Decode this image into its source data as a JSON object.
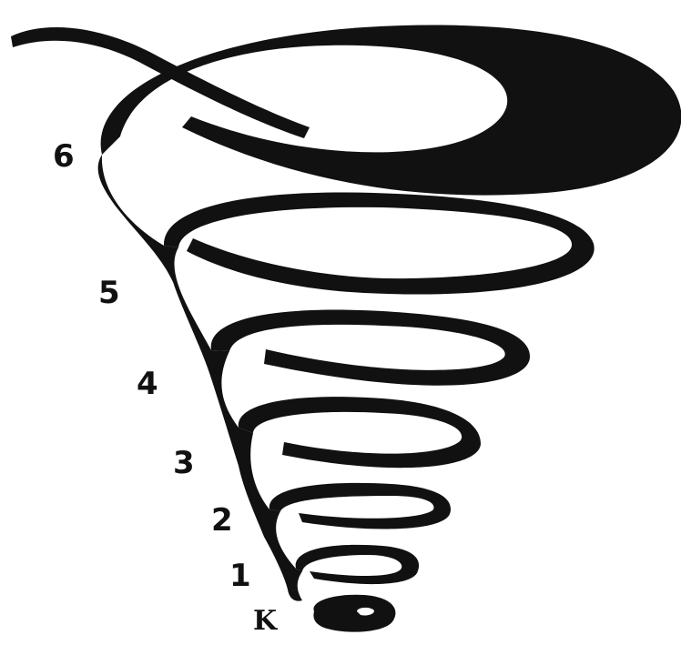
{
  "diagram": {
    "ink_color": "#111111",
    "background_color": "#ffffff",
    "labels": {
      "level_6": "6",
      "level_5": "5",
      "level_4": "4",
      "level_3": "3",
      "level_2": "2",
      "level_1": "1",
      "core": "K"
    }
  }
}
